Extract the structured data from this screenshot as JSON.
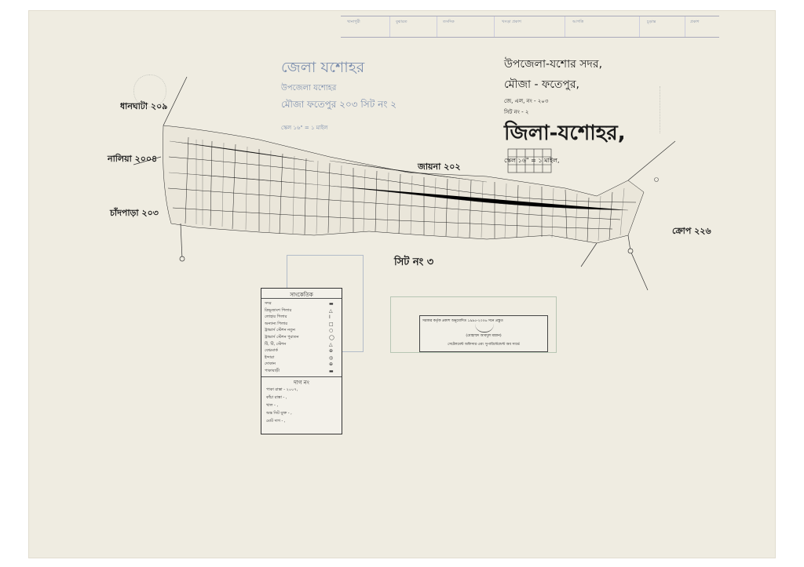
{
  "map": {
    "title_block": {
      "upazila": "উপজেলা-যশোর সদর,",
      "mouza": "মৌজা - ফতেপুর,",
      "jl_no": "জে, এল, নং - ২০৩",
      "sheet_no": "সিট নং - ২",
      "district": "জিলা-যশোহর,",
      "scale": "স্কেল ১৬\" = ১ মাইল,"
    },
    "faint_title": {
      "district": "জেলা যশোহর",
      "upazila": "উপজেলা যশোহর",
      "mouza_line": "মৌজা ফতেপুর ২০৩ সিট নং ২",
      "scale": "স্কেল ১৬\" = ১ মাইল"
    },
    "neighbors": {
      "dhanghata": "ধানঘাটা ২০৯",
      "naliya": "নালিয়া ২০০৪",
      "chandpara": "চাঁদপাড়া ২০৩",
      "jhaina": "জায়না ২০২",
      "sheet3": "সিট নং ৩",
      "krop": "ক্রোপ ২২৬"
    },
    "legend": {
      "title": "সাংকেতিক",
      "items": [
        "সদর",
        "ত্রিভূজাংশ পিলার",
        "লোহার পিলার",
        "অন্যান্য পিলার",
        "ট্রাভার্স স্টেশন নতুন",
        "ট্রাভার্স স্টেশন পুরাতন",
        "টি, টি, স্টেশন",
        "বেঞ্চমার্ক",
        "ইন্দারা",
        "দোকান",
        "পাকাবাড়ী"
      ],
      "symbols": [
        "▬",
        "△",
        "I",
        "□",
        "○",
        "◯",
        "△",
        "⊕",
        "◎",
        "⊕",
        "▬"
      ],
      "dag_title": "দাগ নং",
      "dag_rows": [
        "পাকা রাস্তা - ২০০৭,",
        "কাঁচা রাস্তা - ,",
        "খাল - ,",
        "অন্ত সিট যুক্ত - ,",
        "মোট দাগ - ,"
      ]
    },
    "stamp": {
      "line1": "সরকার কর্তৃক প্রকাশ অনুমোদিত ১৯৯৫-২০০৬ সনে প্রস্তুত",
      "line2": "(মোহাম্মদ আবদুল মান্নান)",
      "line3": "সেটেলমেন্ট অফিসার এবং সুপারিন্টেন্ডেন্ট অব সার্ভে"
    },
    "header_table": [
      "খানাপুরী",
      "বুঝারত",
      "তসদিক",
      "খসড়া প্রকাশ",
      "আপত্তি",
      "চূড়ান্ত",
      "প্রকাশ"
    ]
  }
}
